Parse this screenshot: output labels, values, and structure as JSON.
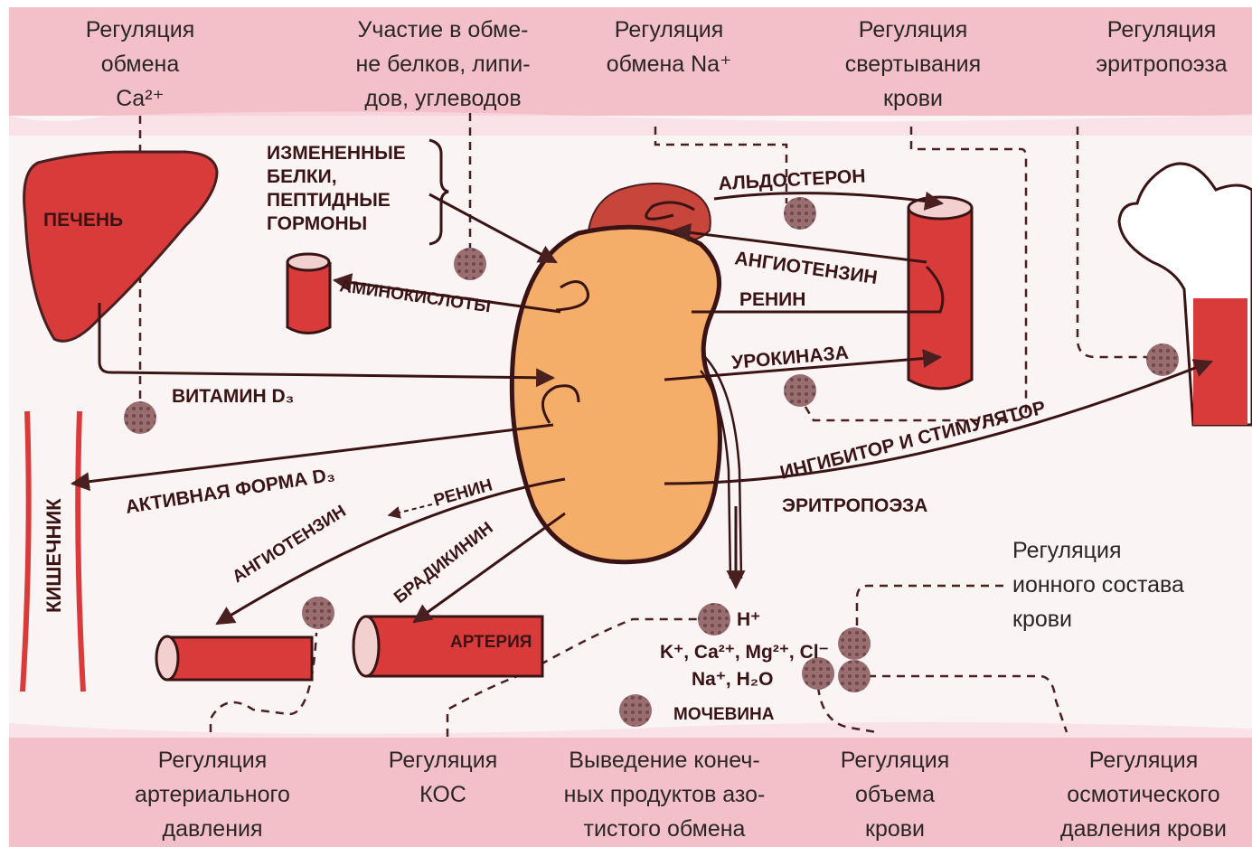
{
  "header_text": "",
  "top_regulations": [
    {
      "id": "ca",
      "text": "Регуляция\nобмена\nCa²⁺"
    },
    {
      "id": "metab",
      "text": "Участие в обме-\nне белков, липи-\nдов, углеводов"
    },
    {
      "id": "na",
      "text": "Регуляция\nобмена Na⁺"
    },
    {
      "id": "coag",
      "text": "Регуляция\nсвертывания\nкрови"
    },
    {
      "id": "erythro",
      "text": "Регуляция\nэритропоэза"
    }
  ],
  "bottom_regulations": [
    {
      "id": "bp",
      "text": "Регуляция\nартериального\nдавления"
    },
    {
      "id": "acid",
      "text": "Регуляция\nКОС"
    },
    {
      "id": "excr",
      "text": "Выведение конеч-\nных продуктов азо-\nтистого обмена"
    },
    {
      "id": "vol",
      "text": "Регуляция\nобъема\nкрови"
    },
    {
      "id": "osm",
      "text": "Регуляция\nосмотического\nдавления крови"
    }
  ],
  "side_regulation": "Регуляция\nионного состава\nкрови",
  "organs": {
    "liver": "ПЕЧЕНЬ",
    "intestine": "КИШЕЧНИК",
    "artery": "АРТЕРИЯ"
  },
  "proteins_label": [
    "ИЗМЕНЕННЫЕ",
    "БЕЛКИ,",
    "ПЕПТИДНЫЕ",
    "ГОРМОНЫ"
  ],
  "arrow_labels": {
    "aldosterone": "АЛЬДОСТЕРОН",
    "angiotensin_top": "АНГИОТЕНЗИН",
    "renin_top": "РЕНИН",
    "urokinase": "УРОКИНАЗА",
    "amino_acids": "АМИНОКИСЛОТЫ",
    "vitamin_d": "ВИТАМИН D₃",
    "active_d": "АКТИВНАЯ ФОРМА D₃",
    "erythro_1": "ИНГИБИТОР И СТИМУЛЯТОР",
    "erythro_2": "ЭРИТРОПОЭЗА",
    "renin_bottom": "РЕНИН",
    "angiotensin_bottom": "АНГИОТЕНЗИН",
    "bradykinin": "БРАДИКИНИН"
  },
  "urine": {
    "h": "H⁺",
    "ions": "K⁺, Ca²⁺, Mg²⁺, Cl⁻",
    "na_water": "Na⁺, H₂O",
    "urea": "МОЧЕВИНА"
  },
  "colors": {
    "band": "#f3c0ca",
    "white": "#fbf4f4",
    "kidney": "#f4ae6a",
    "organ_red": "#d93a3a",
    "line": "#4a1f1f",
    "dot": "#9a6e70"
  }
}
